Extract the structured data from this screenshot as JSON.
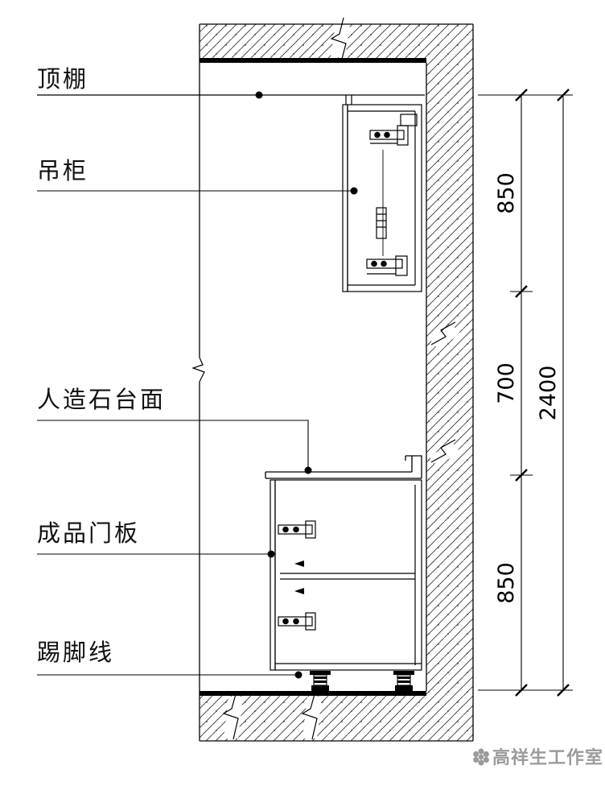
{
  "drawing": {
    "labels": {
      "ceiling": "顶棚",
      "wall_cabinet": "吊柜",
      "countertop": "人造石台面",
      "door_panel": "成品门板",
      "skirting": "踢脚线"
    },
    "dimensions": {
      "upper": "850",
      "middle": "700",
      "lower": "850",
      "overall": "2400"
    },
    "watermark": {
      "text": "高祥生工作室",
      "color": "#9b9b9b"
    },
    "colors": {
      "line": "#000000",
      "hatch": "#3c3c3c",
      "background": "#ffffff"
    }
  }
}
